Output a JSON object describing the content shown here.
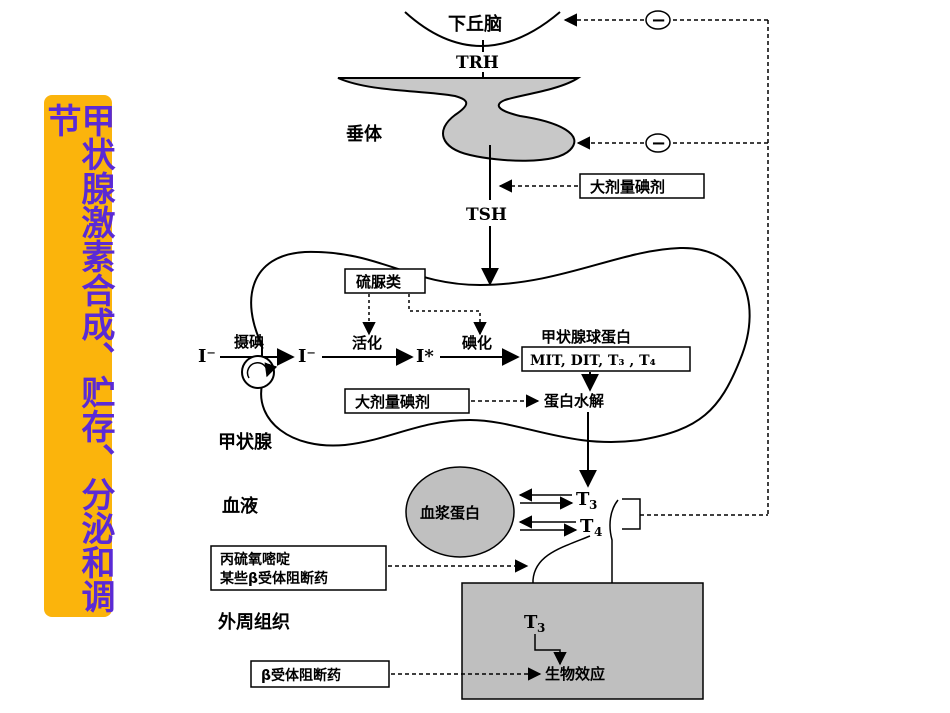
{
  "banner": {
    "title": "甲状腺激素合成、贮存、分泌和调节"
  },
  "labels": {
    "hypothalamus": "下丘脑",
    "trh": "TRH",
    "pituitary": "垂体",
    "tsh": "TSH",
    "thyroid": "甲状腺",
    "blood": "血液",
    "peripheral": "外周组织",
    "iodide_in": "I⁻",
    "uptake": "摄碘",
    "iodide_cell": "I⁻",
    "activation": "活化",
    "iodine_active": "I*",
    "iodination": "碘化",
    "thyroglobulin": "甲状腺球蛋白",
    "hydrolysis": "蛋白水解",
    "plasma_protein": "血浆蛋白",
    "t3_blood": "T",
    "t4_blood": "T",
    "t3_tissue": "T",
    "effect": "生物效应",
    "sub3a": "3",
    "sub4": "4",
    "sub3b": "3"
  },
  "boxes": {
    "large_iodine_top": "大剂量碘剂",
    "thioureas": "硫脲类",
    "mit_dit": "MIT, DIT, T₃ , T₄",
    "large_iodine_mid": "大剂量碘剂",
    "ptu_line1": "丙硫氧嘧啶",
    "ptu_line2": "某些β受体阻断药",
    "beta_blocker": "β受体阻断药"
  },
  "feedback": {
    "minus_symbol": "−"
  },
  "colors": {
    "banner_bg": "#fbb40c",
    "banner_text": "#5a2ad6",
    "gray_fill": "#c8c8c8",
    "plasma_fill": "#c0c0c0",
    "tissue_fill": "#bfbfbf"
  }
}
